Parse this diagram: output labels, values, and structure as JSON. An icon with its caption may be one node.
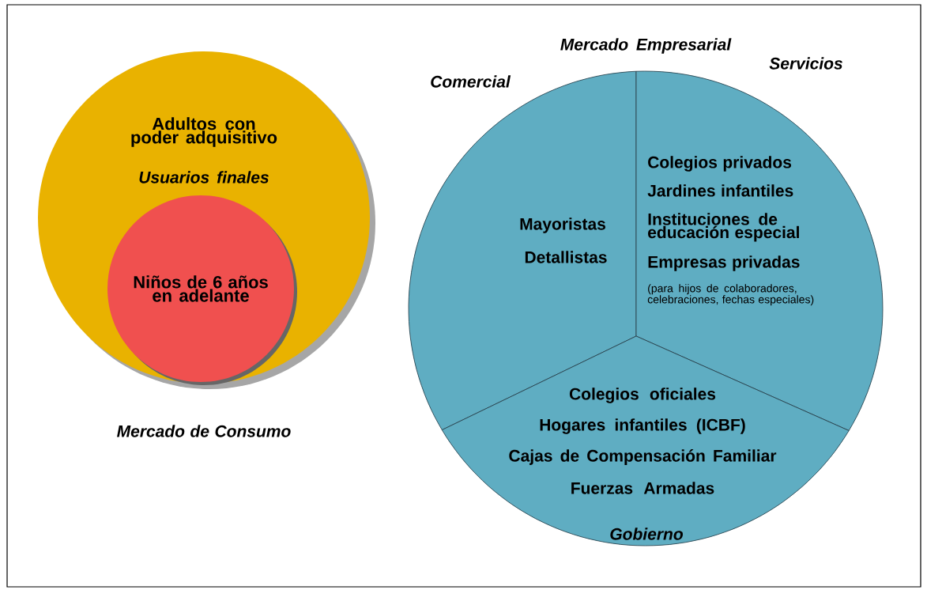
{
  "diagram": {
    "nodes": [
      {
        "text": [
          "Adultos con poder adquisitivo",
          "Usuarios finales"
        ],
        "beside": [
          "Mercado de Consumo"
        ]
      },
      {
        "text": [
          "Niños de 6 años en adelante"
        ],
        "in": 0
      },
      {
        "text": [
          "Mercado Empresarial"
        ]
      },
      {
        "text": [
          "Comercial",
          "Mayoristas",
          "Detallistas"
        ],
        "in": 2
      },
      {
        "text": [
          "Servicios",
          "Colegios privados",
          "Jardines infantiles",
          "Instituciones de educación especial",
          "Empresas privadas",
          "(para hijos de colaboradores, celebraciones, fechas especiales)"
        ],
        "in": 2
      },
      {
        "text": [
          "Colegios oficiales",
          "Hogares infantiles (ICBF)",
          "Cajas de Compensación Familiar",
          "Fuerzas Armadas",
          "Gobierno"
        ],
        "in": 2
      }
    ]
  }
}
